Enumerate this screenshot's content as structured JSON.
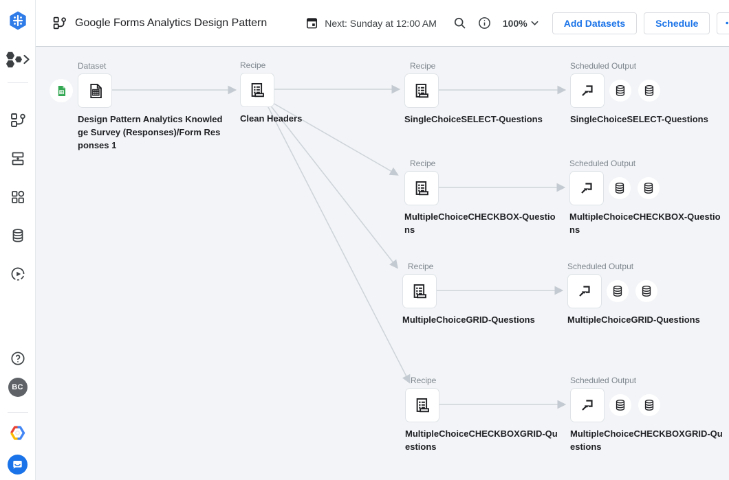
{
  "header": {
    "flow_title": "Google Forms Analytics Design Pattern",
    "next_run": "Next: Sunday at 12:00 AM",
    "zoom_level": "100%",
    "add_datasets_button": "Add Datasets",
    "schedule_button": "Schedule"
  },
  "sidebar": {
    "avatar_initials": "BC",
    "icons": [
      "app-logo-hexagon-icon",
      "workspace-hexagons-icon",
      "chevron-right-icon",
      "flow-icon",
      "plans-icon",
      "library-icon",
      "connections-database-icon",
      "job-history-icon",
      "help-icon",
      "avatar",
      "google-cloud-icon",
      "chat-support-icon"
    ]
  },
  "flow": {
    "nodes": [
      {
        "id": "dataset",
        "type": "Dataset",
        "title": "Design Pattern Analytics Knowledge Survey (Responses)/Form Responses 1",
        "icon": "dataset-table-icon",
        "badge": "sheets-file-icon"
      },
      {
        "id": "clean-headers",
        "type": "Recipe",
        "title": "Clean Headers",
        "icon": "recipe-icon"
      },
      {
        "id": "recipe-singlechoiceselect",
        "type": "Recipe",
        "title": "SingleChoiceSELECT-Questions",
        "icon": "recipe-icon"
      },
      {
        "id": "output-singlechoiceselect",
        "type": "Scheduled Output",
        "title": "SingleChoiceSELECT-Questions",
        "icon": "scheduled-output-icon",
        "badges": [
          "database-icon",
          "database-icon"
        ]
      },
      {
        "id": "recipe-multiplechoicecheckbox",
        "type": "Recipe",
        "title": "MultipleChoiceCHECKBOX-Questions",
        "icon": "recipe-icon"
      },
      {
        "id": "output-multiplechoicecheckbox",
        "type": "Scheduled Output",
        "title": "MultipleChoiceCHECKBOX-Questions",
        "icon": "scheduled-output-icon",
        "badges": [
          "database-icon",
          "database-icon"
        ]
      },
      {
        "id": "recipe-multiplechoicegrid",
        "type": "Recipe",
        "title": "MultipleChoiceGRID-Questions",
        "icon": "recipe-icon"
      },
      {
        "id": "output-multiplechoicegrid",
        "type": "Scheduled Output",
        "title": "MultipleChoiceGRID-Questions",
        "icon": "scheduled-output-icon",
        "badges": [
          "database-icon",
          "database-icon"
        ]
      },
      {
        "id": "recipe-multiplechoicecheckboxgrid",
        "type": "Recipe",
        "title": "MultipleChoiceCHECKBOXGRID-Questions",
        "icon": "recipe-icon"
      },
      {
        "id": "output-multiplechoicecheckboxgrid",
        "type": "Scheduled Output",
        "title": "MultipleChoiceCHECKBOXGRID-Questions",
        "icon": "scheduled-output-icon",
        "badges": [
          "database-icon",
          "database-icon"
        ]
      }
    ],
    "edges": [
      {
        "from": "dataset",
        "to": "clean-headers"
      },
      {
        "from": "clean-headers",
        "to": "recipe-singlechoiceselect"
      },
      {
        "from": "recipe-singlechoiceselect",
        "to": "output-singlechoiceselect"
      },
      {
        "from": "clean-headers",
        "to": "recipe-multiplechoicecheckbox"
      },
      {
        "from": "recipe-multiplechoicecheckbox",
        "to": "output-multiplechoicecheckbox"
      },
      {
        "from": "clean-headers",
        "to": "recipe-multiplechoicegrid"
      },
      {
        "from": "recipe-multiplechoicegrid",
        "to": "output-multiplechoicegrid"
      },
      {
        "from": "clean-headers",
        "to": "recipe-multiplechoicecheckboxgrid"
      },
      {
        "from": "recipe-multiplechoicecheckboxgrid",
        "to": "output-multiplechoicecheckboxgrid"
      }
    ]
  },
  "colors": {
    "accent_blue": "#1a73e8",
    "canvas_bg": "#f2f4f7",
    "node_border": "#dfe3e7",
    "edge_line": "#cdd3d9",
    "sheets_green": "#34a853",
    "avatar_bg": "#5f6368",
    "icon_dark": "#3c4043",
    "label_gray": "#7e868e",
    "title_dark": "#202124"
  }
}
